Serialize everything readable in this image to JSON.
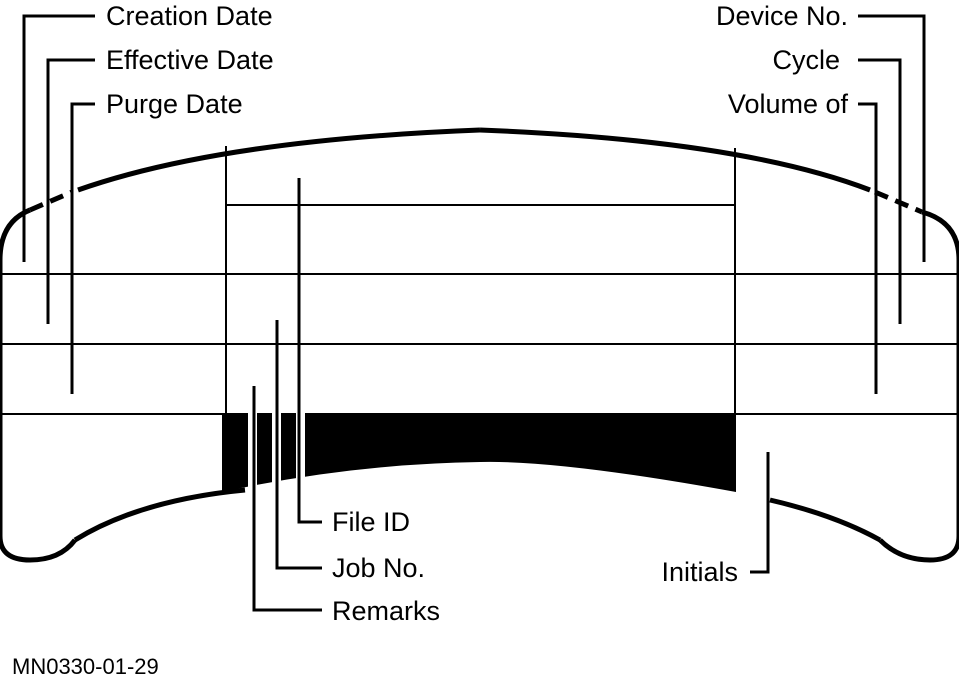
{
  "labels": {
    "creation_date": "Creation Date",
    "effective_date": "Effective Date",
    "purge_date": "Purge Date",
    "device_no": "Device No.",
    "cycle": "Cycle",
    "volume_of": "Volume of",
    "file_id": "File ID",
    "job_no": "Job No.",
    "remarks": "Remarks",
    "initials": "Initials"
  },
  "figure_id": "MN0330-01-29",
  "colors": {
    "ink": "#000000",
    "paper": "#ffffff"
  }
}
